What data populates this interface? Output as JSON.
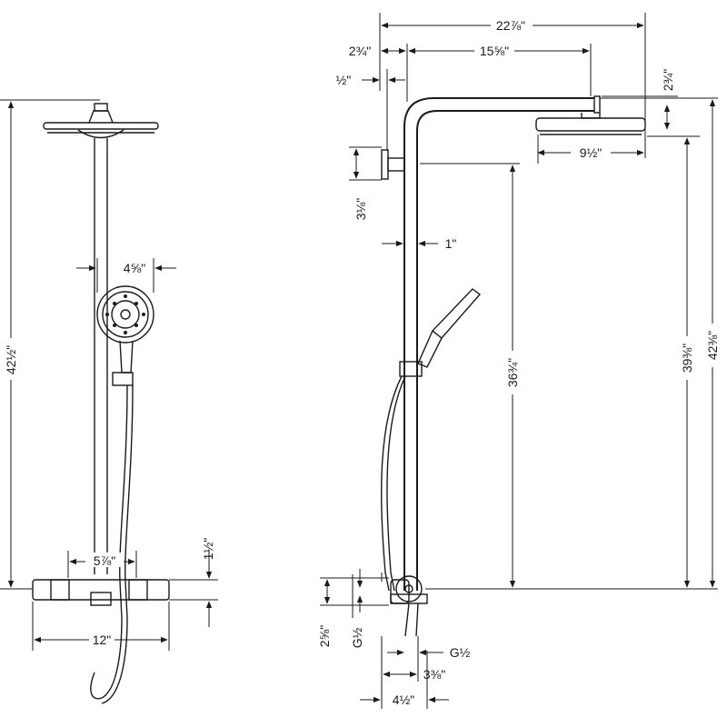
{
  "front_view": {
    "overall_height": "42½\"",
    "handshower_width": "4⅝\"",
    "valve_center": "5⅞\"",
    "valve_width": "12\"",
    "valve_height": "1½\""
  },
  "side_view": {
    "arm_total": "22⅞\"",
    "arm_offset": "2¾\"",
    "arm_length": "15⅝\"",
    "wall_gap": "½\"",
    "head_height": "2¾\"",
    "head_diameter": "9½\"",
    "bracket_height": "3⅛\"",
    "pipe_diameter": "1\"",
    "rail_height": "36¾\"",
    "head_clearance": "39⅜\"",
    "overall_height": "42⅜\"",
    "valve_height": "2⅝\"",
    "inlet_left": "G½",
    "inlet_right": "G½",
    "valve_depth": "3⅜\"",
    "valve_total_depth": "4½\""
  }
}
